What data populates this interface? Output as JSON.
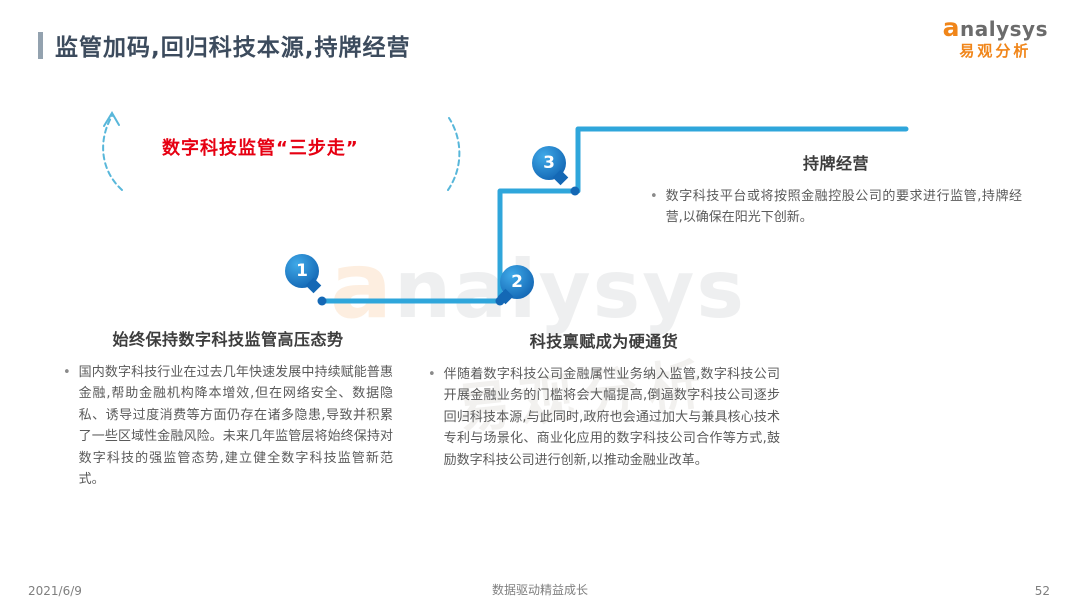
{
  "header": {
    "title": "监管加码,回归科技本源,持牌经营",
    "logo_a": "a",
    "logo_rest": "nalysys",
    "logo_cn": "易观分析"
  },
  "diagram": {
    "label": "数字科技监管“三步走”",
    "bullet": "•",
    "steps": [
      {
        "num": "1",
        "heading": "始终保持数字科技监管高压态势",
        "body": "国内数字科技行业在过去几年快速发展中持续赋能普惠金融,帮助金融机构降本增效,但在网络安全、数据隐私、诱导过度消费等方面仍存在诸多隐患,导致并积累了一些区域性金融风险。未来几年监管层将始终保持对数字科技的强监管态势,建立健全数字科技监管新范式。"
      },
      {
        "num": "2",
        "heading": "科技禀赋成为硬通货",
        "body": "伴随着数字科技公司金融属性业务纳入监管,数字科技公司开展金融业务的门槛将会大幅提高,倒逼数字科技公司逐步回归科技本源,与此同时,政府也会通过加大与兼具核心技术专利与场景化、商业化应用的数字科技公司合作等方式,鼓励数字科技公司进行创新,以推动金融业改革。"
      },
      {
        "num": "3",
        "heading": "持牌经营",
        "body": "数字科技平台或将按照金融控股公司的要求进行监管,持牌经营,以确保在阳光下创新。"
      }
    ]
  },
  "watermark": {
    "a": "a",
    "rest": "nalysys",
    "cn": "易观分析"
  },
  "footer": {
    "date": "2021/6/9",
    "slogan": "数据驱动精益成长",
    "page": "52"
  },
  "colors": {
    "accent_blue": "#2FA6DB",
    "marker_blue": "#1468B5",
    "alert_red": "#E60012",
    "brand_orange": "#F08519"
  }
}
